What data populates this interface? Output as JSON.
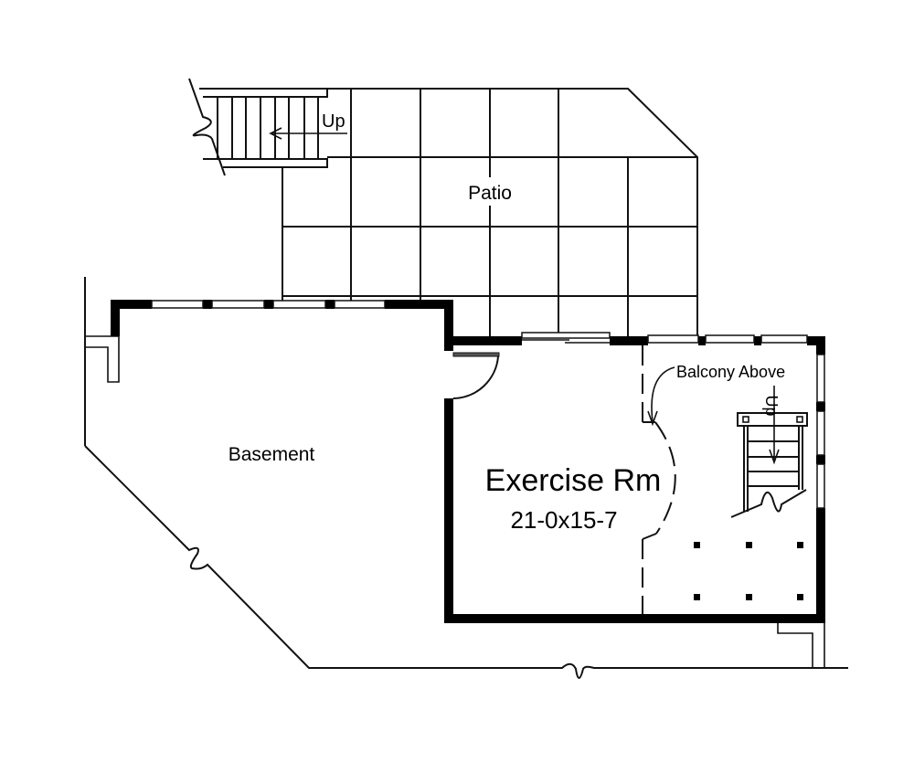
{
  "plan": {
    "rooms": {
      "patio": {
        "label": "Patio"
      },
      "basement": {
        "label": "Basement"
      },
      "exercise": {
        "label": "Exercise Rm",
        "dimensions": "21-0x15-7"
      }
    },
    "annotations": {
      "stair_up_patio": "Up",
      "stair_up_interior": "Up",
      "balcony": "Balcony Above"
    },
    "colors": {
      "line": "#111111",
      "wall": "#000000",
      "background": "#ffffff"
    }
  }
}
